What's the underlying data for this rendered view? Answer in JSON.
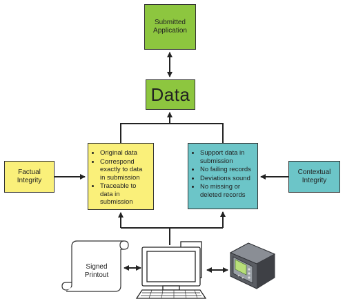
{
  "diagram": {
    "submitted_application": {
      "line1": "Submitted",
      "line2": "Application"
    },
    "data": {
      "label": "Data"
    },
    "factual_integrity": {
      "line1": "Factual",
      "line2": "Integrity"
    },
    "contextual_integrity": {
      "line1": "Contextual",
      "line2": "Integrity"
    },
    "factual_box": {
      "items": [
        "Original data",
        "Correspond exactly to data in submission",
        "Traceable to data in submission"
      ]
    },
    "contextual_box": {
      "items": [
        "Support data in submission",
        "No failing records",
        "Deviations sound",
        "No missing or deleted records"
      ]
    },
    "signed_printout": {
      "line1": "Signed",
      "line2": "Printout"
    },
    "icons": [
      "scroll-document-icon",
      "computer-workstation-icon",
      "lab-instrument-icon"
    ],
    "colors": {
      "green": "#8dc63f",
      "yellow": "#faf07a",
      "teal": "#6cc5c8"
    }
  }
}
